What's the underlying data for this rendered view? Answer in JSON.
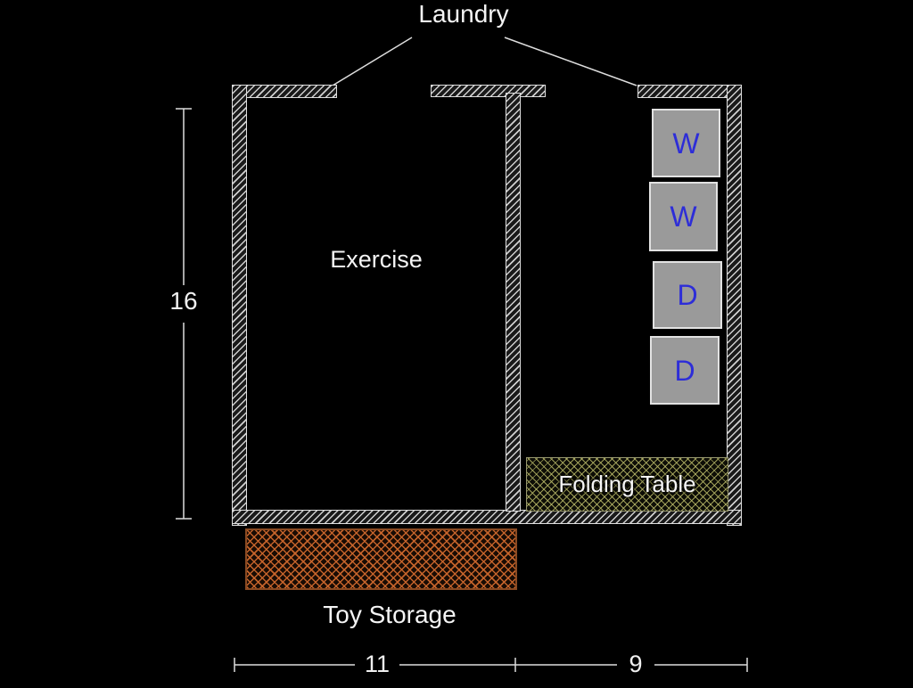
{
  "labels": {
    "laundry": "Laundry",
    "exercise": "Exercise",
    "folding_table": "Folding Table",
    "toy_storage": "Toy Storage"
  },
  "appliances": [
    {
      "id": "washer-1",
      "label": "W"
    },
    {
      "id": "washer-2",
      "label": "W"
    },
    {
      "id": "dryer-1",
      "label": "D"
    },
    {
      "id": "dryer-2",
      "label": "D"
    }
  ],
  "dimensions": {
    "left_height_ft": "16",
    "bottom_left_width_ft": "11",
    "bottom_right_width_ft": "9"
  },
  "colors": {
    "background": "#000000",
    "wall_hatch": "#cfcfcf",
    "appliance_fill": "#9a9a9a",
    "appliance_border": "#e2e2e2",
    "appliance_letter": "#2d2dd8",
    "folding_table_hatch": "#b6b666",
    "toy_storage_hatch": "#ca662c",
    "text": "#f5f5f5",
    "dimension_line": "#dddddd"
  }
}
